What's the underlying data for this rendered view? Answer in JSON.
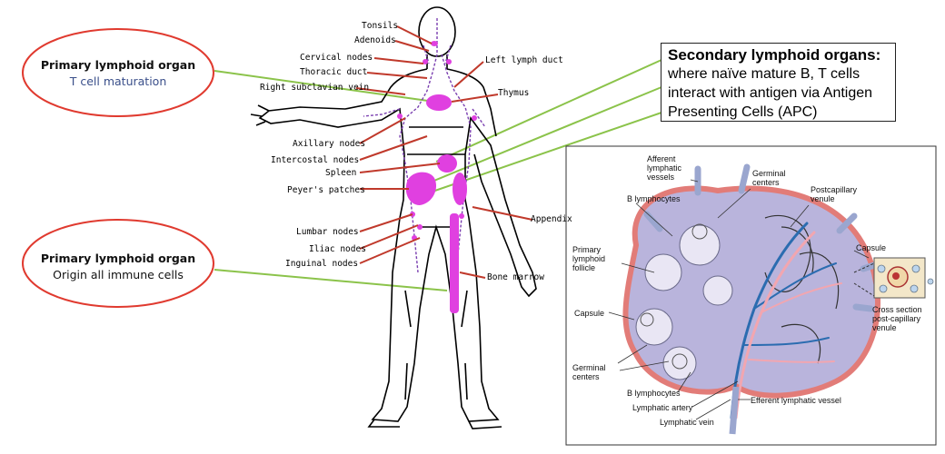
{
  "left_callouts": [
    {
      "title": "Primary lymphoid organ",
      "subtitle": "T cell maturation",
      "subtitle_color": "#3a4f8a"
    },
    {
      "title": "Primary lymphoid organ",
      "subtitle": "Origin all immune cells",
      "subtitle_color": "#111111"
    }
  ],
  "secondary_box": {
    "title": "Secondary lymphoid organs:",
    "body": "where naïve mature B, T cells interact with antigen via Antigen Presenting Cells (APC)"
  },
  "body_labels": {
    "tonsils": "Tonsils",
    "adenoids": "Adenoids",
    "cervical_nodes": "Cervical nodes",
    "thoracic_duct": "Thoracic duct",
    "right_subclavian_vein": "Right subclavian vein",
    "left_lymph_duct": "Left lymph duct",
    "thymus": "Thymus",
    "axillary_nodes": "Axillary nodes",
    "intercostal_nodes": "Intercostal nodes",
    "spleen": "Spleen",
    "peyers_patches": "Peyer's patches",
    "appendix": "Appendix",
    "lumbar_nodes": "Lumbar nodes",
    "iliac_nodes": "Iliac nodes",
    "inguinal_nodes": "Inguinal nodes",
    "bone_marrow": "Bone marrow"
  },
  "lymph_node_labels": {
    "afferent_vessels": "Afferent lymphatic vessels",
    "germinal_centers_top": "Germinal centers",
    "postcapillary_venule": "Postcapillary venule",
    "b_lymphocytes_top": "B lymphocytes",
    "capsule_right": "Capsule",
    "primary_follicle": "Primary lymphoid follicle",
    "capsule_left": "Capsule",
    "cross_section": "Cross section post-capillary venule",
    "germinal_centers_bottom": "Germinal centers",
    "b_lymphocytes_bottom": "B lymphocytes",
    "lymphatic_artery": "Lymphatic artery",
    "lymphatic_vein": "Lymphatic vein",
    "efferent_vessel": "Efferent lymphatic vessel"
  },
  "colors": {
    "ellipse_border": "#e03a2f",
    "connector_green": "#8bc34a",
    "pointer_red": "#c0392b",
    "organ_magenta": "#e040e0",
    "node_fill": "#b9b4dc",
    "node_capsule": "#e27c78",
    "vein_blue": "#2b6cb0",
    "artery_pink": "#f2a6b0"
  }
}
